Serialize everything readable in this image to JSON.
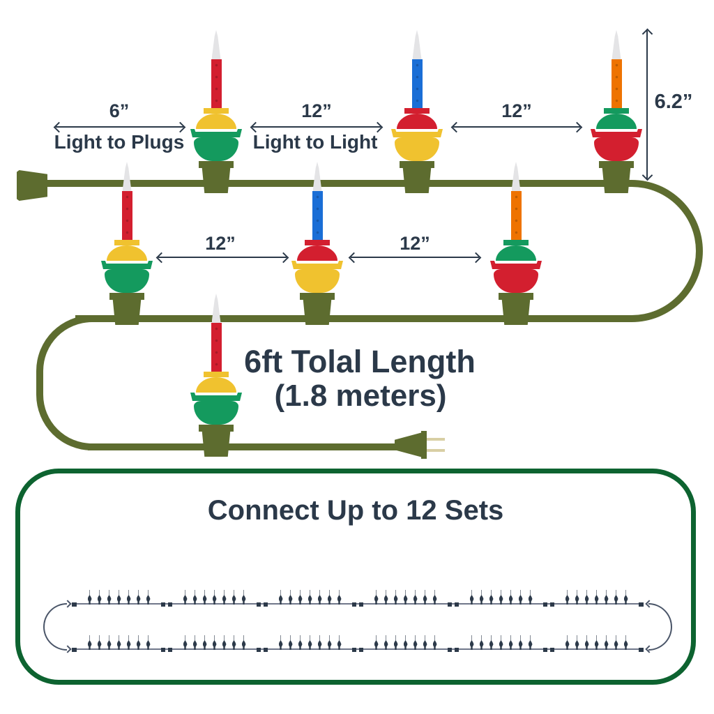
{
  "labels": {
    "plug_spacing_value": "6”",
    "plug_spacing_caption": "Light to Plugs",
    "light_spacing_value": "12”",
    "light_spacing_caption": "Light to Light",
    "top_gap2_value": "12”",
    "mid_gap1_value": "12”",
    "mid_gap2_value": "12”",
    "bulb_height_value": "6.2”",
    "total_length_line1": "6ft Tolal Length",
    "total_length_line2": "(1.8 meters)",
    "panel_title": "Connect Up to 12 Sets"
  },
  "lights": [
    {
      "name": "bubble-light-1",
      "row": "top",
      "tube": "red",
      "cap": "yellow",
      "body": "green"
    },
    {
      "name": "bubble-light-2",
      "row": "top",
      "tube": "blue",
      "cap": "red",
      "body": "yellow"
    },
    {
      "name": "bubble-light-3",
      "row": "top",
      "tube": "orange",
      "cap": "green",
      "body": "red"
    },
    {
      "name": "bubble-light-4",
      "row": "middle",
      "tube": "red",
      "cap": "yellow",
      "body": "green"
    },
    {
      "name": "bubble-light-5",
      "row": "middle",
      "tube": "blue",
      "cap": "red",
      "body": "yellow"
    },
    {
      "name": "bubble-light-6",
      "row": "middle",
      "tube": "orange",
      "cap": "green",
      "body": "red"
    },
    {
      "name": "bubble-light-7",
      "row": "bottom",
      "tube": "red",
      "cap": "yellow",
      "body": "green"
    }
  ],
  "palette": {
    "red": "#d31f2f",
    "yellow": "#f0c22f",
    "green": "#149a5e",
    "blue": "#1a6ed6",
    "orange": "#ee7300",
    "olive": "#5d6c2f",
    "tip_white": "#e4e4e6",
    "text_dark": "#2b3949",
    "panel_border_green": "#0d6330",
    "prong_tan": "#d8cfa4",
    "mini_dark": "#2d3a4a"
  },
  "panel": {
    "rows": 2,
    "sets_per_row": 6,
    "lights_per_set": 7
  }
}
